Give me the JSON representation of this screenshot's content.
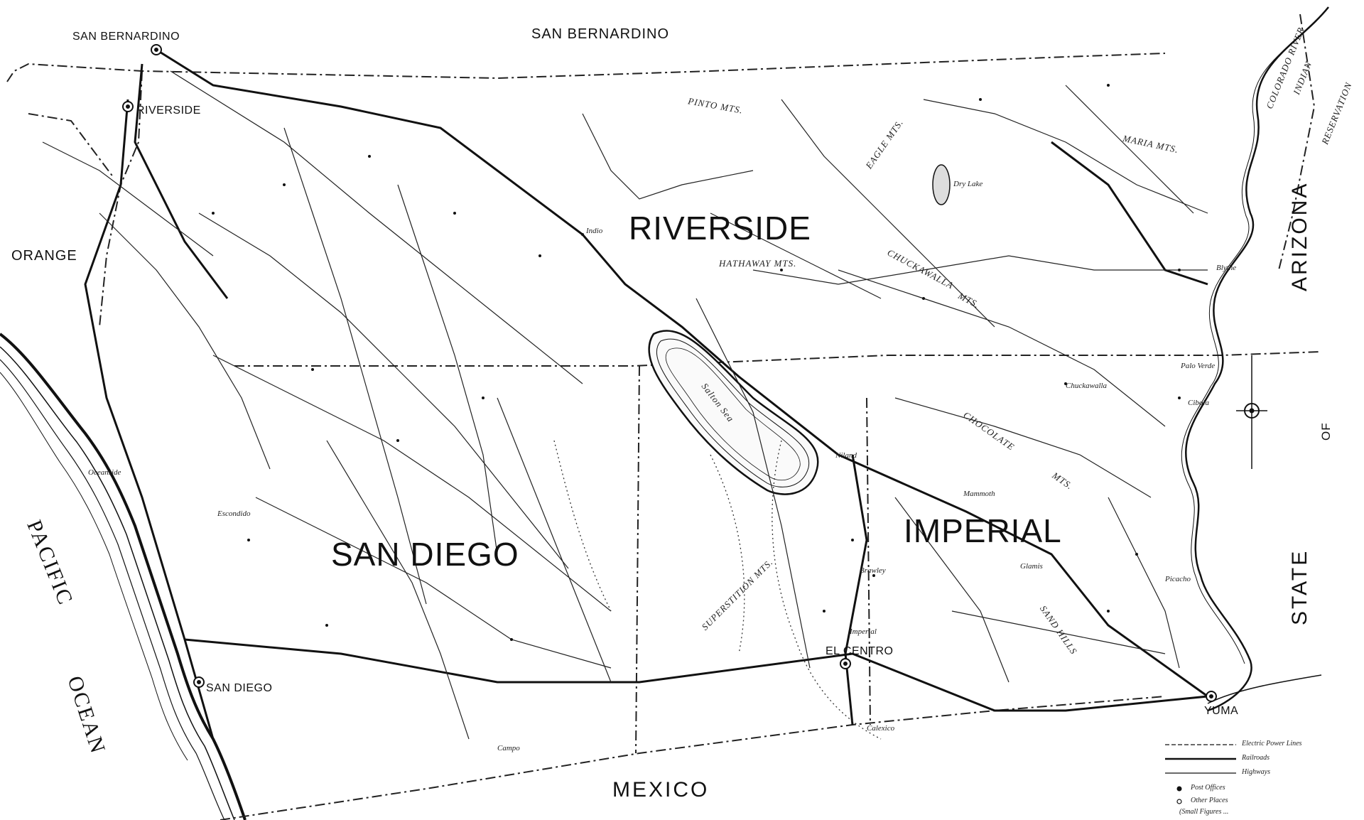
{
  "map": {
    "counties": {
      "riverside": "RIVERSIDE",
      "imperial": "IMPERIAL",
      "san_diego": "SAN DIEGO",
      "san_bernardino": "SAN BERNARDINO",
      "orange": "ORANGE"
    },
    "regions": {
      "mexico": "MEXICO",
      "arizona": "ARIZONA",
      "state_of": "OF",
      "state": "STATE",
      "pacific": "PACIFIC",
      "ocean": "OCEAN"
    },
    "cities": {
      "san_bernardino": "SAN BERNARDINO",
      "riverside": "RIVERSIDE",
      "san_diego": "SAN DIEGO",
      "el_centro": "EL CENTRO",
      "yuma": "YUMA"
    },
    "features": {
      "pinto_mts": "PINTO MTS.",
      "eagle_mts": "EAGLE MTS.",
      "hathaway_mts": "HATHAWAY MTS.",
      "chuckawalla_mts": "CHUCKAWALLA",
      "chuckawalla_mts2": "MTS.",
      "maria_mts": "MARIA MTS.",
      "colorado_river": "COLORADO RIVER",
      "indian": "INDIAN",
      "reservation": "RESERVATION",
      "chocolate": "CHOCOLATE",
      "chocolate_mts": "MTS.",
      "sand_hills": "SAND HILLS",
      "superstition_mts": "SUPERSTITION MTS.",
      "salton_sea": "Salton Sea",
      "dry_lake": "Dry Lake",
      "indio": "Indio",
      "blythe": "Blythe",
      "brawley": "Brawley",
      "calexico": "Calexico",
      "niland": "Niland",
      "imperial_town": "Imperial",
      "campo": "Campo",
      "escondido": "Escondido",
      "oceanside": "Oceanside",
      "palo_verde": "Palo Verde",
      "chuckawalla_town": "Chuckawalla",
      "mammoth": "Mammoth",
      "glamis": "Glamis",
      "cibola": "Cibola",
      "picacho": "Picacho"
    },
    "legend": {
      "electric": "Electric Power Lines",
      "railroads": "Railroads",
      "highways": "Highways",
      "post_offices": "Post Offices",
      "other_places": "Other Places",
      "small": "(Small Figures ..."
    }
  }
}
